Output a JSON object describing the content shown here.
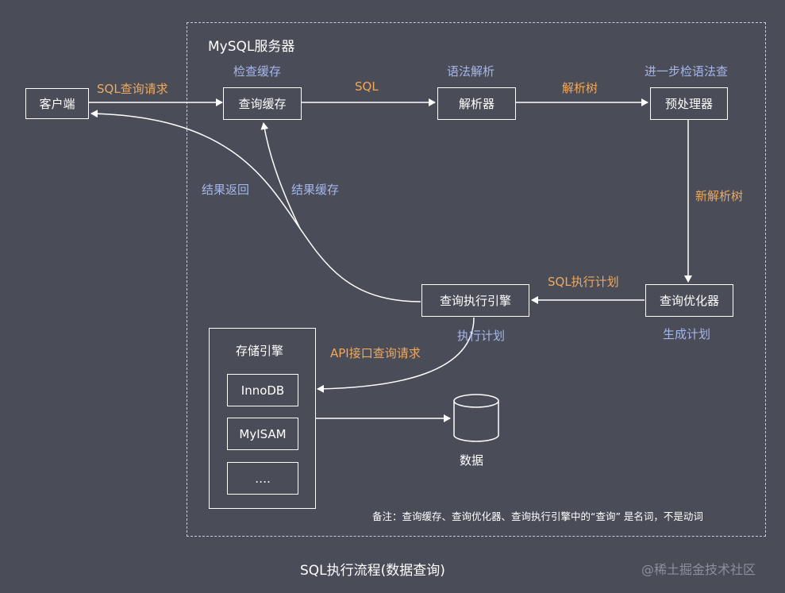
{
  "server_title": "MySQL服务器",
  "boxes": {
    "client": "客户端",
    "query_cache": "查询缓存",
    "parser": "解析器",
    "preprocessor": "预处理器",
    "optimizer": "查询优化器",
    "executor": "查询执行引擎",
    "storage_title": "存储引擎",
    "innodb": "InnoDB",
    "myisam": "MyISAM",
    "more": "…."
  },
  "labels": {
    "sql_request": "SQL查询请求",
    "check_cache": "检查缓存",
    "sql": "SQL",
    "syntax_parse": "语法解析",
    "parse_tree": "解析树",
    "further_check": "进一步检语法查",
    "new_parse_tree": "新解析树",
    "sql_exec_plan": "SQL执行计划",
    "generate_plan": "生成计划",
    "exec_plan": "执行计划",
    "api_request": "API接口查询请求",
    "result_return": "结果返回",
    "result_cache": "结果缓存",
    "data": "数据"
  },
  "note": "备注：查询缓存、查询优化器、查询执行引擎中的“查询” 是名词，不是动词",
  "caption": "SQL执行流程(数据查询)",
  "watermark": "@稀土掘金技术社区",
  "colors": {
    "background": "#4a4c58",
    "orange_label": "#f0a95b",
    "blue_label": "#a5b6ea",
    "line": "#ffffff"
  }
}
